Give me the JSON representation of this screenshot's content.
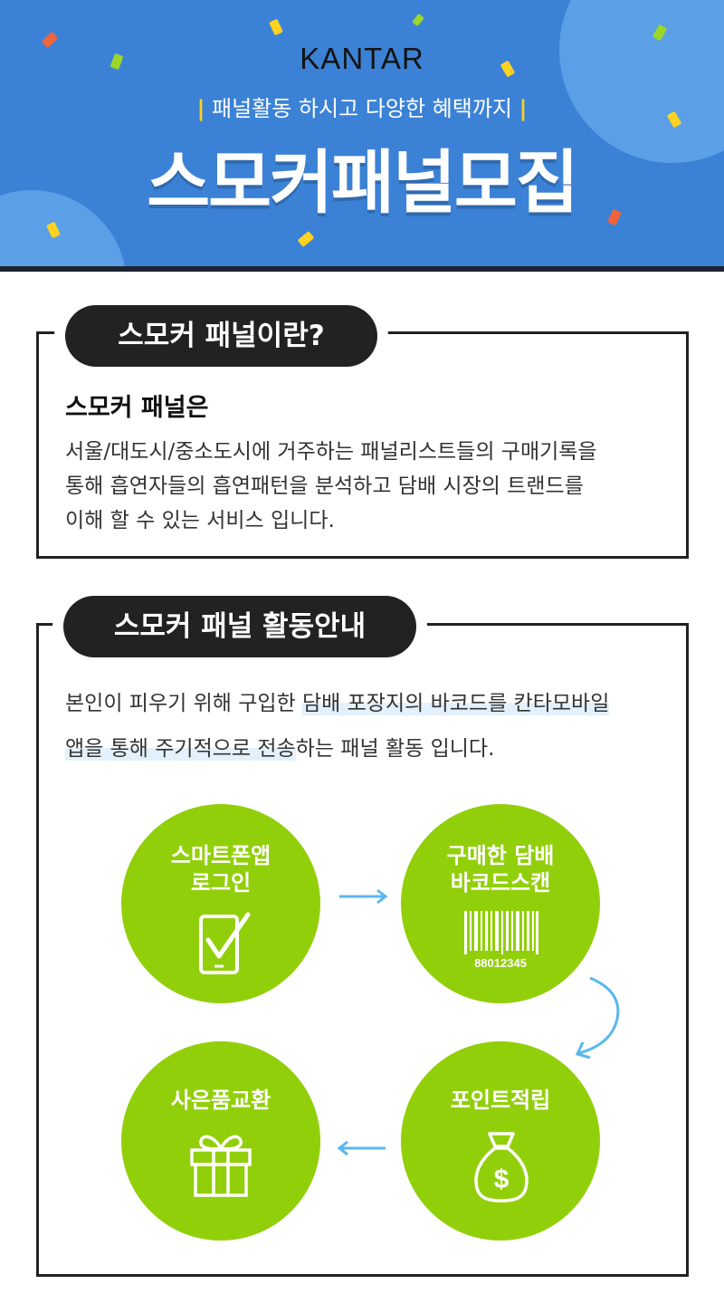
{
  "banner": {
    "logo": "KANTAR",
    "subtitle_bar_left": "|",
    "subtitle": "패널활동 하시고 다양한 혜택까지",
    "subtitle_bar_right": "|",
    "title": "스모커패널모집",
    "colors": {
      "background": "#3b82d6",
      "bubble": "#5b9fe6",
      "accent_yellow": "#ffd21f"
    }
  },
  "section1": {
    "pill_label": "스모커 패널이란?",
    "heading": "스모커 패널은",
    "paragraph_lines": [
      "서울/대도시/중소도시에 거주하는 패널리스트들의 구매기록을",
      "통해 흡연자들의 흡연패턴을 분석하고 담배 시장의 트랜드를",
      "이해 할 수 있는 서비스 입니다."
    ]
  },
  "section2": {
    "pill_label": "스모커 패널 활동안내",
    "intro_line1_plain": "본인이 피우기 위해 구입한 ",
    "intro_line1_highlight": "담배 포장지의 바코드를 칸타모바일",
    "intro_line2_highlight": "앱을 통해 주기적으로 전송",
    "intro_line2_plain": "하는 패널 활동 입니다.",
    "steps": [
      {
        "line1": "스마트폰앱",
        "line2": "로그인",
        "icon": "smartphone-check-icon"
      },
      {
        "line1": "구매한 담배",
        "line2": "바코드스캔",
        "icon": "barcode-icon",
        "barcode_number": "88012345"
      },
      {
        "line1": "포인트적립",
        "icon": "money-bag-icon"
      },
      {
        "line1": "사은품교환",
        "icon": "gift-box-icon"
      }
    ],
    "colors": {
      "step_circle": "#92cf0b",
      "arrow": "#5bb7ee",
      "highlight": "#e3f1fc"
    }
  }
}
